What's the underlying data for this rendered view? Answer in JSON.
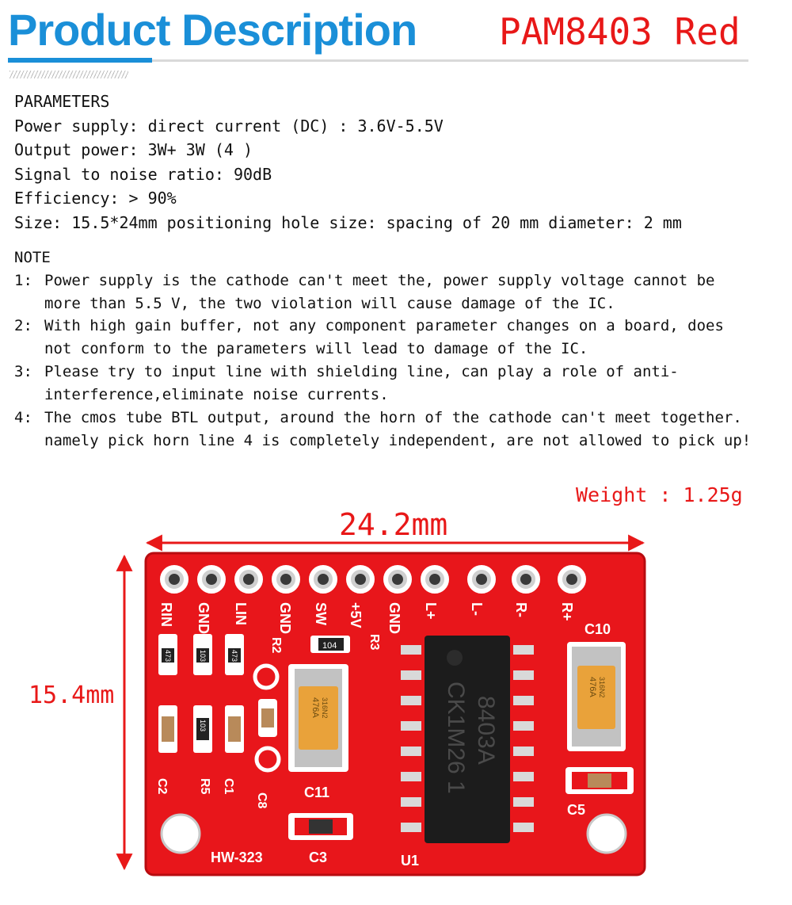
{
  "header": {
    "title": "Product Description",
    "model": "PAM8403 Red"
  },
  "parameters": {
    "heading": "PARAMETERS",
    "lines": [
      "Power supply: direct current (DC) : 3.6V-5.5V",
      "Output power: 3W+ 3W (4 )",
      "Signal to noise ratio: 90dB",
      "Efficiency: > 90%",
      "Size: 15.5*24mm positioning hole size: spacing of 20 mm diameter: 2 mm"
    ]
  },
  "notes": {
    "heading": "NOTE",
    "items": [
      {
        "num": "1:",
        "lines": [
          "Power supply is the cathode can't meet the, power supply voltage cannot be",
          "more than 5.5 V, the two violation will cause damage of the IC."
        ]
      },
      {
        "num": "2:",
        "lines": [
          "With high gain buffer, not any component parameter changes on a board, does",
          "not conform to the parameters will lead to damage of the IC."
        ]
      },
      {
        "num": "3:",
        "lines": [
          "Please try to input line with shielding line, can play a role of anti-",
          "interference,eliminate noise currents."
        ]
      },
      {
        "num": "4:",
        "lines": [
          "The cmos tube BTL output, around the horn of the cathode can't meet together.",
          "namely pick horn line 4 is completely independent, are not allowed to pick up!"
        ]
      }
    ]
  },
  "dimensions": {
    "weight": "Weight : 1.25g",
    "width": "24.2mm",
    "height": "15.4mm"
  },
  "board": {
    "pins": [
      "RIN",
      "GND",
      "LIN",
      "GND",
      "SW",
      "+5V",
      "GND",
      "L+",
      "L-",
      "R-",
      "R+"
    ],
    "chip_lines": [
      "8403A",
      "CK1M26 1"
    ],
    "labels": {
      "model": "HW-323",
      "c11": "C11",
      "c3": "C3",
      "u1": "U1",
      "c5": "C5",
      "c10": "C10",
      "c8": "C8",
      "c2": "C2",
      "r5": "R5",
      "c1": "C1",
      "r3": "R3",
      "r2": "R2",
      "tant": "476A",
      "tant2": "316N2",
      "res104": "104",
      "res473a": "473",
      "res473b": "473",
      "res103": "103",
      "res103b": "103"
    },
    "colors": {
      "pcb": "#e8161b",
      "silk": "#ffffff",
      "pad": "#c9c9c9",
      "chip": "#1c1c1c",
      "tantalum": "#e9a23a"
    }
  },
  "colors": {
    "title_blue": "#1a8fd8",
    "accent_red": "#e81818"
  }
}
